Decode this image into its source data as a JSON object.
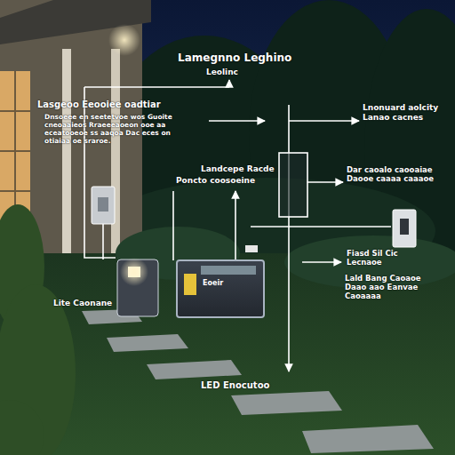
{
  "diagram": {
    "title": "Lamegnno Leghino",
    "nodes": [
      {
        "text": [
          "Eoeir"
        ]
      }
    ],
    "labels": [
      "Leolinc",
      "Lasgeoo Eeooiee oadtiar",
      "Dnsoeee en seetetvoe wos Guoite cneoaaieos Rraeeeaoeon ooe aa eceatooeoe ss aaqoa Dac eces on otiaiaa oe sraroe.",
      "Lnonuard aolcity Lanao cacnes",
      "Landcepe Racde",
      "Poncto coosoeine",
      "Dar caoalo caooaiae Daooe caaaa caaaoe",
      "Fiasd Sil Cic Lecnaoe",
      "Lald Bang Caoaoe Daao aao Eanvae Caoaaaa",
      "Lite Caonane",
      "LED Enocutoo"
    ]
  }
}
